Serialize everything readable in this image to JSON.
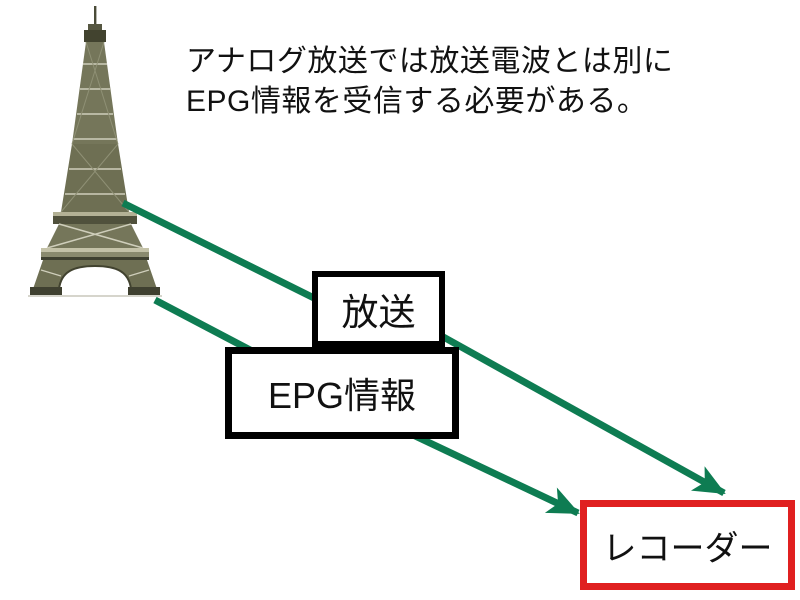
{
  "caption": {
    "line1": "アナログ放送では放送電波とは別に",
    "line2": "EPG情報を受信する必要がある。"
  },
  "labels": {
    "broadcast": "放送",
    "epg": "EPG情報",
    "recorder": "レコーダー"
  },
  "icons": {
    "tower": "eiffel-tower-broadcast-antenna",
    "arrowhead": "green-stealth-arrowhead"
  },
  "arrows": [
    {
      "name": "broadcast-signal-arrow",
      "from": "tower",
      "to": "recorder",
      "label": "放送"
    },
    {
      "name": "epg-signal-arrow",
      "from": "tower",
      "to": "recorder",
      "label": "EPG情報"
    }
  ],
  "colors": {
    "arrow_green": "#0e7c52",
    "recorder_border": "#e02020",
    "label_border": "#000000",
    "text": "#111111"
  }
}
